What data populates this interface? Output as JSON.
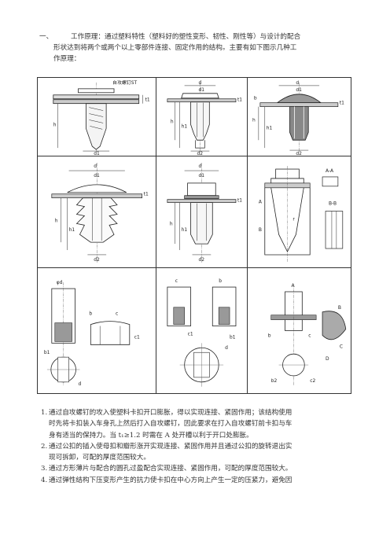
{
  "intro": {
    "number": "一、",
    "line1": "工作原理：通过塑料特性（塑料好的塑性变形、韧性、刚性等）与设计的配合",
    "line2": "形状达到将两个或两个以上零部件连接、固定作用的结构。主要有如下图示几种工",
    "line3": "作原理："
  },
  "figures": {
    "fig1": {
      "caption": "自攻螺钉ST",
      "labels": [
        "t1",
        "h",
        "d1"
      ]
    },
    "fig2": {
      "labels": [
        "d",
        "d1",
        "t1",
        "h",
        "h1",
        "d2"
      ]
    },
    "fig3": {
      "labels": [
        "d",
        "d1",
        "b",
        "t1",
        "h",
        "h1",
        "d2"
      ]
    },
    "fig4": {
      "labels": [
        "d",
        "d1",
        "t1",
        "h",
        "h1",
        "d2"
      ]
    },
    "fig5": {
      "labels": [
        "d",
        "d1",
        "t1",
        "h",
        "h1",
        "d2"
      ]
    },
    "fig6": {
      "labels": [
        "A-A",
        "B-B",
        "r",
        "A",
        "B"
      ]
    },
    "fig7": {
      "labels": [
        "b",
        "c",
        "φd",
        "d",
        "b1",
        "c1"
      ]
    },
    "fig8": {
      "labels": [
        "c",
        "b",
        "d",
        "c1",
        "b1"
      ]
    },
    "fig9": {
      "labels": [
        "A",
        "B",
        "C",
        "D",
        "b",
        "c",
        "b2",
        "c2"
      ]
    }
  },
  "list": [
    {
      "num": "1.",
      "lines": [
        "通过自攻螺钉的攻入使塑料卡扣开口膨胀，得以实现连接、紧固作用；该结构使用",
        "时先将卡扣装入车身孔上然后打入自攻螺钉，因此要求在打入自攻螺钉前卡扣与车",
        "身有适当的保持力。当 t₁≥1.2 时需在 A 处开槽以利于开口处膨胀。"
      ]
    },
    {
      "num": "2.",
      "lines": [
        "通过公扣的插入使母扣和瓣形涨开实现连接、紧固作用并且通过公扣的旋转退出实",
        "现可拆卸，可配的厚度范围较大。"
      ]
    },
    {
      "num": "3.",
      "lines": [
        "通过方形薄片与配合的圆孔过盈配合实现连接、紧固作用，可配的厚度范围较大。"
      ]
    },
    {
      "num": "4.",
      "lines": [
        "通过弹性结构下压变形产生的抗力使卡扣在中心方向上产生一定的压紧力，避免因"
      ]
    }
  ]
}
